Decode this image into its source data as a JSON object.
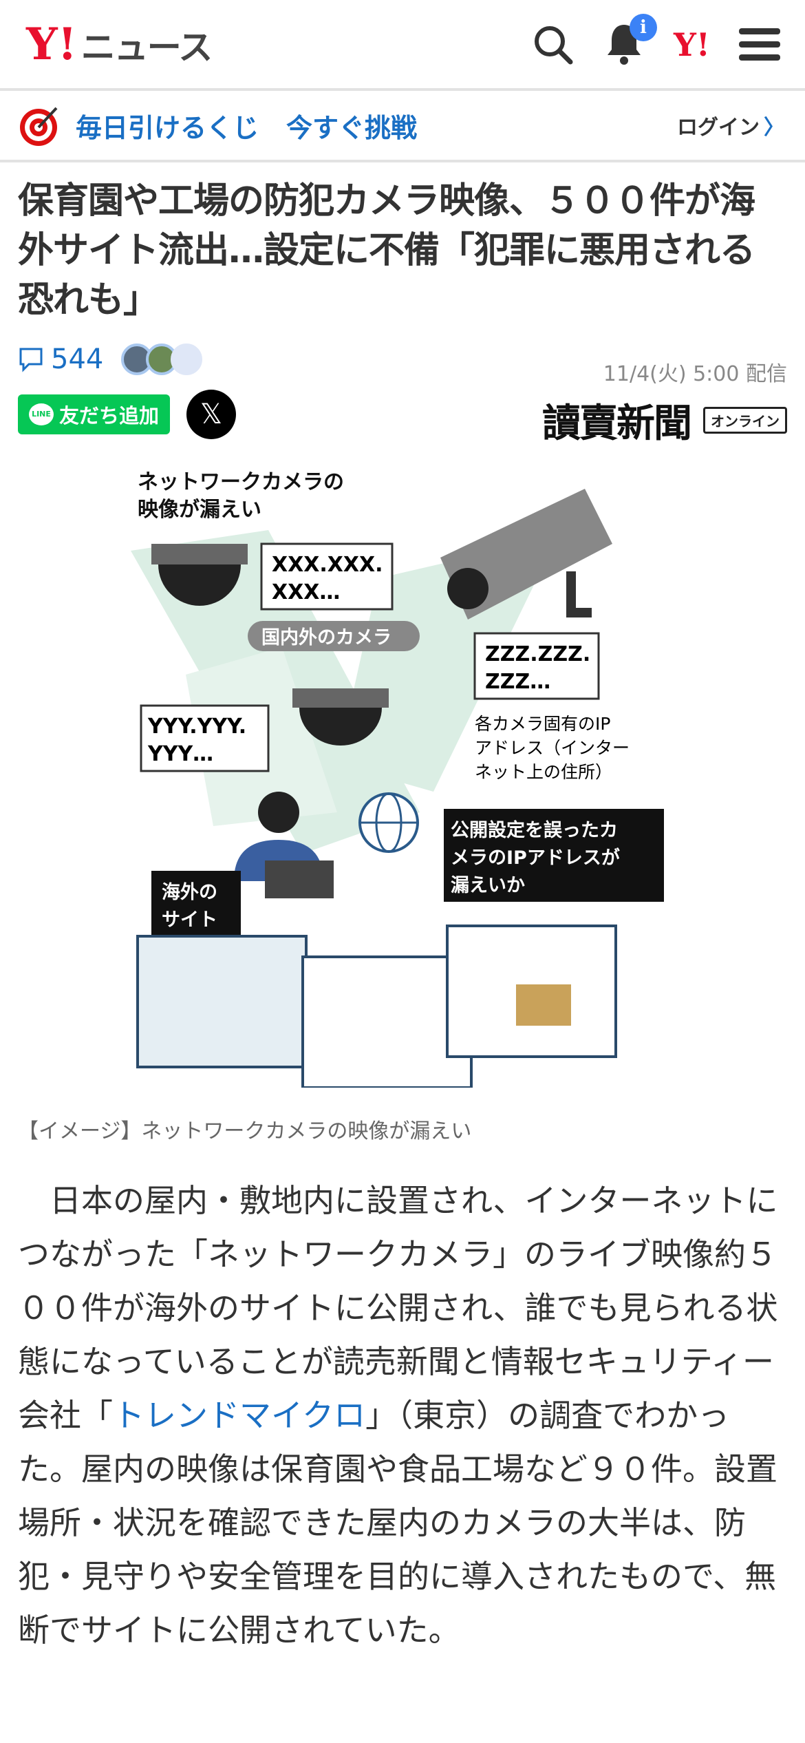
{
  "header": {
    "logo_y": "Y!",
    "logo_text": "ニュース",
    "notification_badge": "i",
    "yahoo_mini": "Y!"
  },
  "banner": {
    "text1": "毎日引けるくじ",
    "text2": "今すぐ挑戦",
    "login": "ログイン"
  },
  "article": {
    "title": "保育園や工場の防犯カメラ映像、５００件が海外サイト流出…設定に不備「犯罪に悪用される恐れも」",
    "comment_count": "544",
    "date": "11/4(火) 5:00 配信",
    "line_button": "友だち追加",
    "line_icon": "LINE",
    "x_button": "𝕏",
    "publisher": "讀賣新聞",
    "publisher_tag": "オンライン",
    "figure": {
      "heading1": "ネットワークカメラの",
      "heading2": "映像が漏えい",
      "ip_x1": "XXX.XXX.",
      "ip_x2": "XXX…",
      "ip_z1": "ZZZ.ZZZ.",
      "ip_z2": "ZZZ…",
      "ip_y1": "YYY.YYY.",
      "ip_y2": "YYY…",
      "cameras_label": "国内外のカメラ",
      "ip_note1": "各カメラ固有のIP",
      "ip_note2": "アドレス（インター",
      "ip_note3": "ネット上の住所）",
      "leak1": "公開設定を誤ったカ",
      "leak2": "メラのIPアドレスが",
      "leak3": "漏えいか",
      "site1": "海外の",
      "site2": "サイト"
    },
    "caption": "【イメージ】ネットワークカメラの映像が漏えい",
    "body_before": "日本の屋内・敷地内に設置され、インターネットにつながった「ネットワークカメラ」のライブ映像約５００件が海外のサイトに公開され、誰でも見られる状態になっていることが読売新聞と情報セキュリティー会社「",
    "body_link": "トレンドマイクロ",
    "body_after": "」（東京）の調査でわかった。屋内の映像は保育園や食品工場など９０件。設置場所・状況を確認できた屋内のカメラの大半は、防犯・見守りや安全管理を目的に導入されたもので、無断でサイトに公開されていた。"
  }
}
